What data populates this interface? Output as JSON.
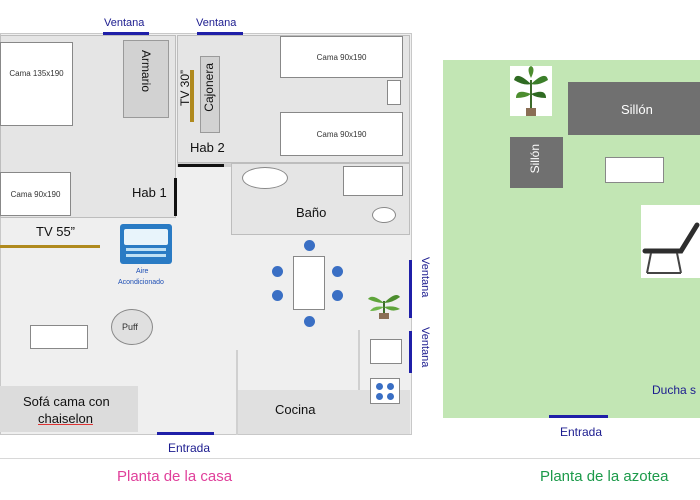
{
  "house": {
    "ventana_top_1": "Ventana",
    "ventana_top_2": "Ventana",
    "bed_135": "Cama 135x190",
    "bed_90_left": "Cama 90x190",
    "armario": "Armario",
    "tv30": "TV 30”",
    "cajonera": "Cajonera",
    "hab2": "Hab 2",
    "hab1": "Hab 1",
    "bed_90_a": "Cama 90x190",
    "bed_90_b": "Cama 90x190",
    "bano": "Baño",
    "tv55": "TV 55”",
    "aire_1": "Aire",
    "aire_2": "Acondicionado",
    "puff": "Puff",
    "sofa_1": "Sofá cama con",
    "sofa_2": "chaiselon",
    "cocina": "Cocina",
    "entrada": "Entrada",
    "ventana_right_1": "Ventana",
    "ventana_right_2": "Ventana",
    "caption": "Planta de la casa"
  },
  "rooftop": {
    "sillon_1": "Sillón",
    "sillon_2": "Sillón",
    "ducha": "Ducha s",
    "entrada": "Entrada",
    "caption": "Planta de la azotea"
  },
  "colors": {
    "house_caption": "#e0409b",
    "rooftop_caption": "#1c9a4a",
    "rooftop_bg": "#c2e6b4",
    "sillon": "#707070",
    "window_line": "#1f1fa8",
    "dining_dots": "#3a6fc4"
  },
  "icons": [
    "air-conditioner-icon",
    "plant-icon",
    "lounge-chair-icon",
    "stove-icon"
  ]
}
